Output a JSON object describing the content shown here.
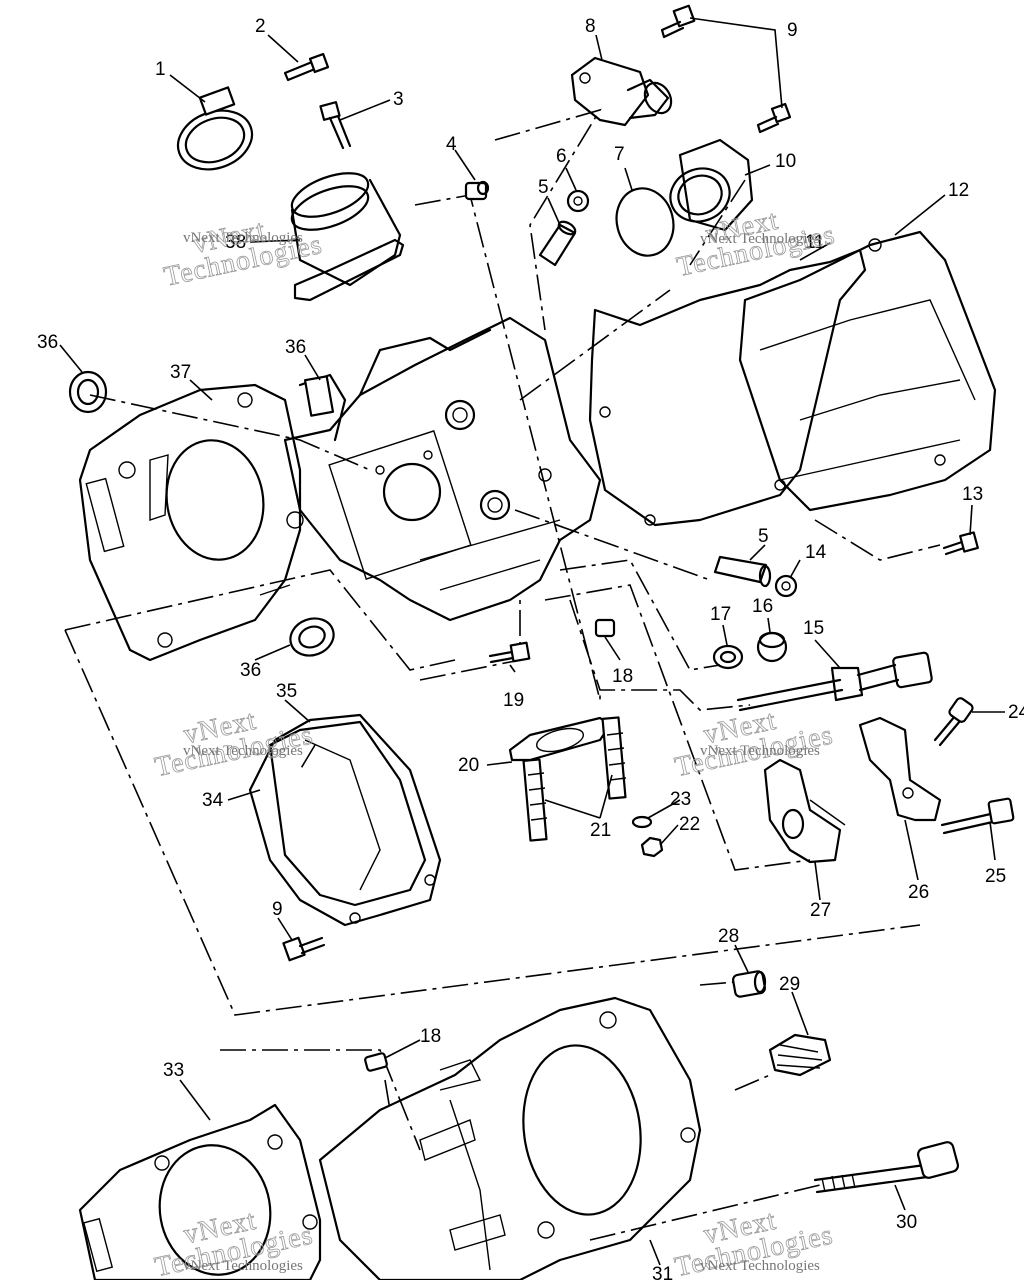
{
  "watermark": {
    "line1": "vNext",
    "line2": "Technologies",
    "combined": "vNext Technologies"
  },
  "callouts": [
    "1",
    "2",
    "3",
    "4",
    "5",
    "6",
    "7",
    "8",
    "9",
    "10",
    "11",
    "12",
    "13",
    "5",
    "14",
    "15",
    "16",
    "17",
    "18",
    "19",
    "20",
    "21",
    "22",
    "23",
    "24",
    "25",
    "26",
    "27",
    "28",
    "29",
    "30",
    "31",
    "33",
    "34",
    "35",
    "36",
    "36",
    "36",
    "37",
    "38",
    "18",
    "9"
  ]
}
